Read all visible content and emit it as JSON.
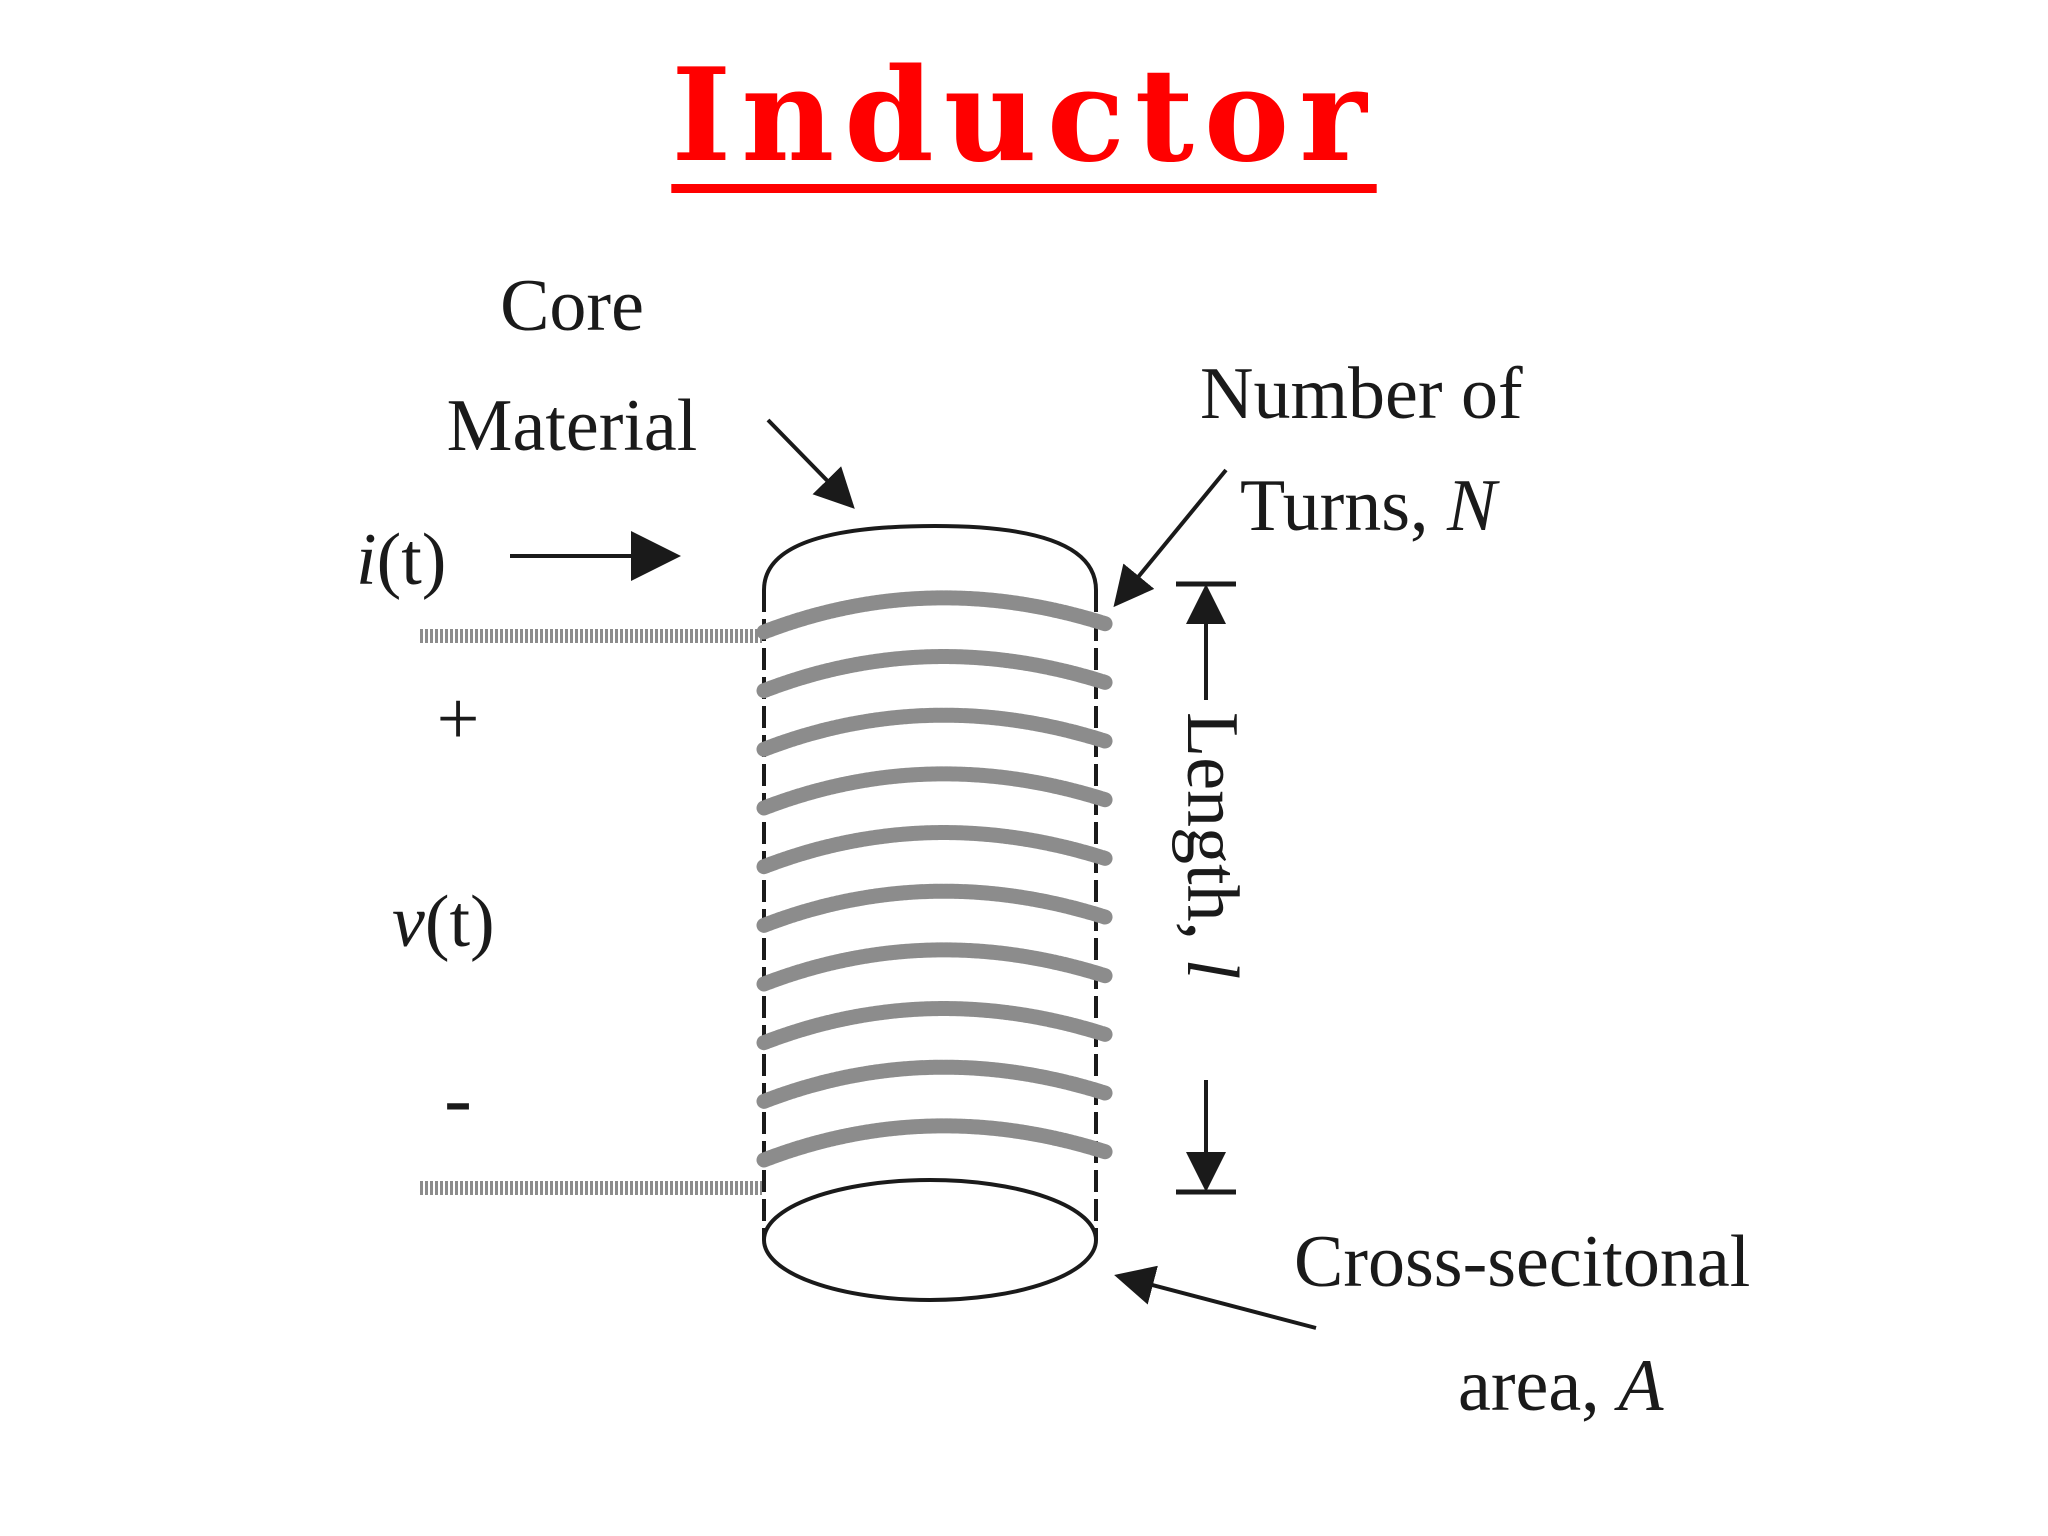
{
  "title": "Inductor",
  "labels": {
    "core_line1": "Core",
    "core_line2": "Material",
    "current_i": "i",
    "current_t": "(t)",
    "plus": "+",
    "voltage_v": "v",
    "voltage_t": "(t)",
    "minus": "-",
    "turns_line1": "Number of",
    "turns_line2": "Turns, ",
    "turns_var": "N",
    "length_text": "Length, ",
    "length_var": "l",
    "area_line1": "Cross-secitonal",
    "area_line2": "area, ",
    "area_var": "A"
  },
  "colors": {
    "title": "#ff0000",
    "ink": "#1a1a1a",
    "wire": "#8c8c8c"
  },
  "coil": {
    "turns": 10
  }
}
